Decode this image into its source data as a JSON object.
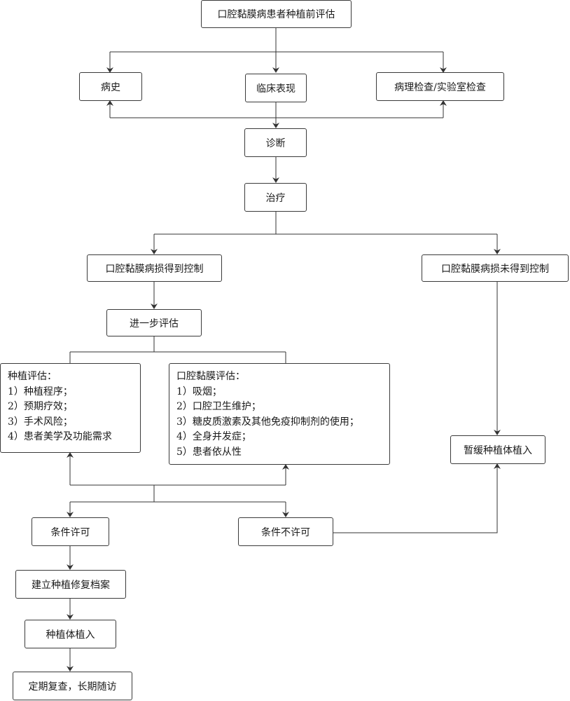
{
  "title": "口腔黏膜病患者种植前评估",
  "history": "病史",
  "clinical": "临床表现",
  "pathology": "病理检查/实验室检查",
  "diagnosis": "诊断",
  "treatment": "治疗",
  "controlled": "口腔黏膜病损得到控制",
  "uncontrolled": "口腔黏膜病损未得到控制",
  "further": "进一步评估",
  "implant_eval": {
    "heading": "种植评估：",
    "items": [
      "1）种植程序；",
      "2）预期疗效；",
      "3）手术风险；",
      "4）患者美学及功能需求"
    ]
  },
  "mucosa_eval": {
    "heading": "口腔黏膜评估：",
    "items": [
      "1）吸烟；",
      "2）口腔卫生维护；",
      "3）糖皮质激素及其他免疫抑制剂的使用；",
      "4）全身并发症；",
      "5）患者依从性"
    ]
  },
  "defer": "暂缓种植体植入",
  "permitted": "条件许可",
  "not_permitted": "条件不许可",
  "record": "建立种植修复档案",
  "implant": "种植体植入",
  "followup": "定期复查，长期随访"
}
